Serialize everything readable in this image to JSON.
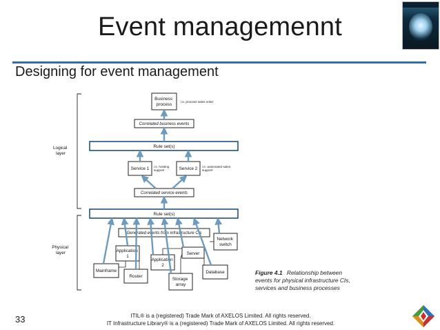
{
  "slide": {
    "title": "Event managemennt",
    "subtitle": "Designing for event management",
    "page_number": "33",
    "footer_line1": "ITIL® is a (registered) Trade Mark of AXELOS Limited. All rights reserved.",
    "footer_line2": "IT Infrastructure Library® is a (registered) Trade Mark of AXELOS Limited. All rights reserved."
  },
  "colors": {
    "title_rule": "#2f6db5",
    "arrow": "#6d9bbd",
    "rule_border": "#1f4f80"
  },
  "diagram": {
    "business_process": [
      "Business",
      "process"
    ],
    "business_note": "i.e. process sales order",
    "correlated_business": "Correlated business events",
    "rule_set_upper": "Rule set(s)",
    "service1": "Service 1",
    "service1_note": [
      "i.e. hosting",
      "support"
    ],
    "service2": "Service 2",
    "service2_note": [
      "i.e. automated sales",
      "support"
    ],
    "correlated_service": "Correlated service events",
    "rule_set_lower": "Rule set(s)",
    "generated_events": "Generated events from infrastructure CIs",
    "network_switch": [
      "Network",
      "switch"
    ],
    "application1": [
      "Application",
      "1"
    ],
    "application2": [
      "Application",
      "2"
    ],
    "server": "Server",
    "mainframe": "Mainframe",
    "router": "Router",
    "storage_array": [
      "Storage",
      "array"
    ],
    "database": "Database",
    "logical_layer": [
      "Logical",
      "layer"
    ],
    "physical_layer": [
      "Physical",
      "layer"
    ],
    "caption_num": "Figure 4.1",
    "caption": [
      "Relationship between",
      "events for physical infrastructure CIs,",
      "services and business processes"
    ]
  }
}
